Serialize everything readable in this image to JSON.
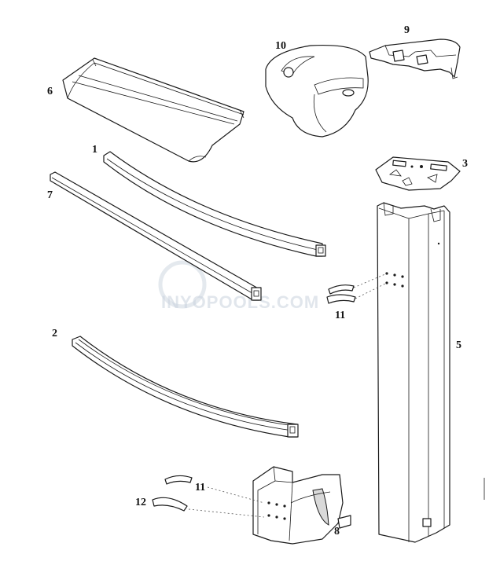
{
  "diagram": {
    "watermark": "INYOPOOLS.COM",
    "labels": [
      {
        "id": "p1",
        "text": "1"
      },
      {
        "id": "p2",
        "text": "2"
      },
      {
        "id": "p3",
        "text": "3"
      },
      {
        "id": "p5",
        "text": "5"
      },
      {
        "id": "p6",
        "text": "6"
      },
      {
        "id": "p7",
        "text": "7"
      },
      {
        "id": "p8",
        "text": "8"
      },
      {
        "id": "p9",
        "text": "9"
      },
      {
        "id": "p10",
        "text": "10"
      },
      {
        "id": "p11a",
        "text": "11"
      },
      {
        "id": "p11b",
        "text": "11"
      },
      {
        "id": "p12",
        "text": "12"
      }
    ]
  }
}
